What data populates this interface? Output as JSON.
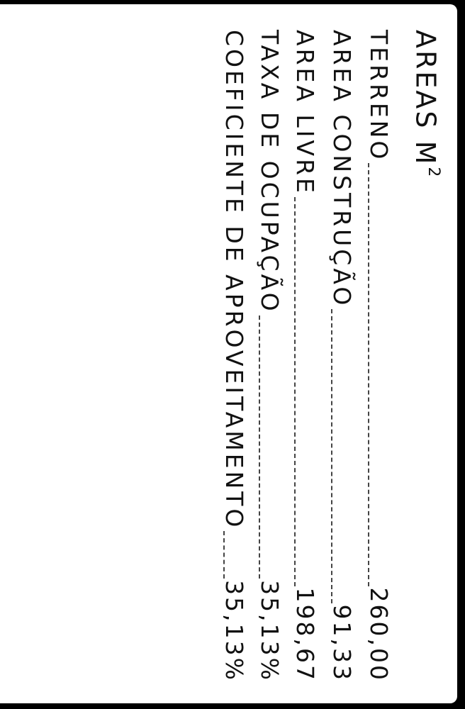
{
  "title": "AREAS",
  "title_unit_base": "M",
  "title_unit_exp": "2",
  "rows": [
    {
      "label": "TERRENO",
      "value": "260,00"
    },
    {
      "label": "AREA CONSTRUÇÃO",
      "value": "91,33"
    },
    {
      "label": "AREA LIVRE",
      "value": "198,67"
    },
    {
      "label": "TAXA DE OCUPAÇÃO",
      "value": "35,13%"
    },
    {
      "label": "COEFICIENTE DE APROVEITAMENTO",
      "value": "35,13%"
    }
  ]
}
